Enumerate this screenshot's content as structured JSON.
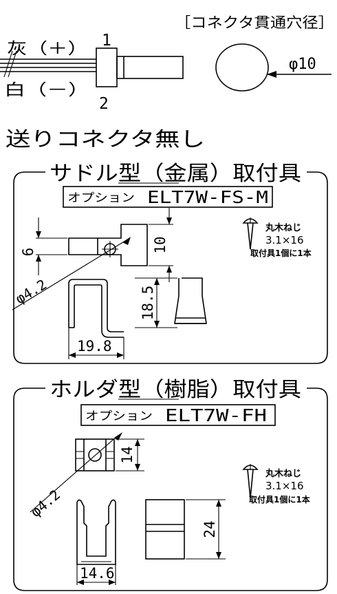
{
  "connector": {
    "hole_title": "［コネクタ貫通穴径］",
    "wire_gray": "灰（＋）",
    "wire_white": "白（－）",
    "pin1": "1",
    "pin2": "2",
    "hole_diameter": "φ10",
    "no_feed_text": "送りコネクタ無し"
  },
  "saddle": {
    "title": "サドル型（金属）取付具",
    "option_prefix": "オプション",
    "option_code": "ELT7W-FS-M",
    "dims": {
      "d6": "6",
      "d10": "10",
      "phi": "φ4.2",
      "d18_5": "18.5",
      "d19_8": "19.8"
    },
    "screw": {
      "name": "丸木ねじ",
      "size": "3.1×16",
      "note": "取付具1個に1本"
    }
  },
  "holder": {
    "title": "ホルダ型（樹脂）取付具",
    "option_prefix": "オプション",
    "option_code": "ELT7W-FH",
    "dims": {
      "d14": "14",
      "phi": "φ4.2",
      "d24": "24",
      "d14_6": "14.6"
    },
    "screw": {
      "name": "丸木ねじ",
      "size": "3.1×16",
      "note": "取付具1個に1本"
    }
  }
}
